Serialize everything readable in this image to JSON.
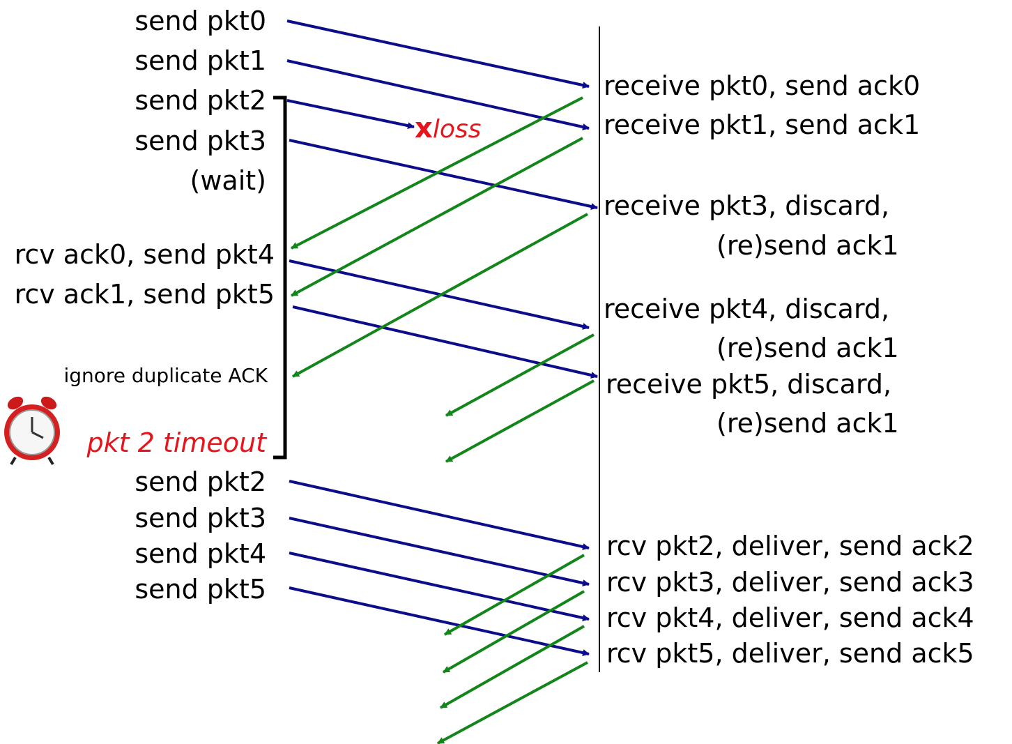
{
  "sender": {
    "send_pkt0": "send  pkt0",
    "send_pkt1": "send  pkt1",
    "send_pkt2": "send  pkt2",
    "send_pkt3": "send  pkt3",
    "wait": "(wait)",
    "rcv_ack0": "rcv ack0, send pkt4",
    "rcv_ack1": "rcv ack1, send pkt5",
    "ignore_dup": "ignore duplicate ACK",
    "timeout": "pkt 2 timeout",
    "resend_pkt2": "send  pkt2",
    "resend_pkt3": "send  pkt3",
    "resend_pkt4": "send  pkt4",
    "resend_pkt5": "send  pkt5"
  },
  "loss": {
    "mark": "x",
    "label": "loss"
  },
  "receiver": {
    "r_pkt0": "receive pkt0, send ack0",
    "r_pkt1": "receive pkt1, send ack1",
    "r_pkt3_a": "receive pkt3, discard,",
    "r_pkt3_b": "(re)send ack1",
    "r_pkt4_a": "receive pkt4, discard,",
    "r_pkt4_b": "(re)send ack1",
    "r_pkt5_a": "receive pkt5, discard,",
    "r_pkt5_b": "(re)send ack1",
    "r2_pkt2": "rcv pkt2, deliver, send ack2",
    "r2_pkt3": "rcv pkt3, deliver, send ack3",
    "r2_pkt4": "rcv pkt4, deliver, send ack4",
    "r2_pkt5": "rcv pkt5, deliver, send ack5"
  },
  "colors": {
    "data_arrow": "#0d0d8c",
    "ack_arrow": "#13861b",
    "timeout_text": "#e8141c",
    "timeline": "#000000"
  },
  "icons": {
    "timer": "alarm-clock-icon"
  }
}
